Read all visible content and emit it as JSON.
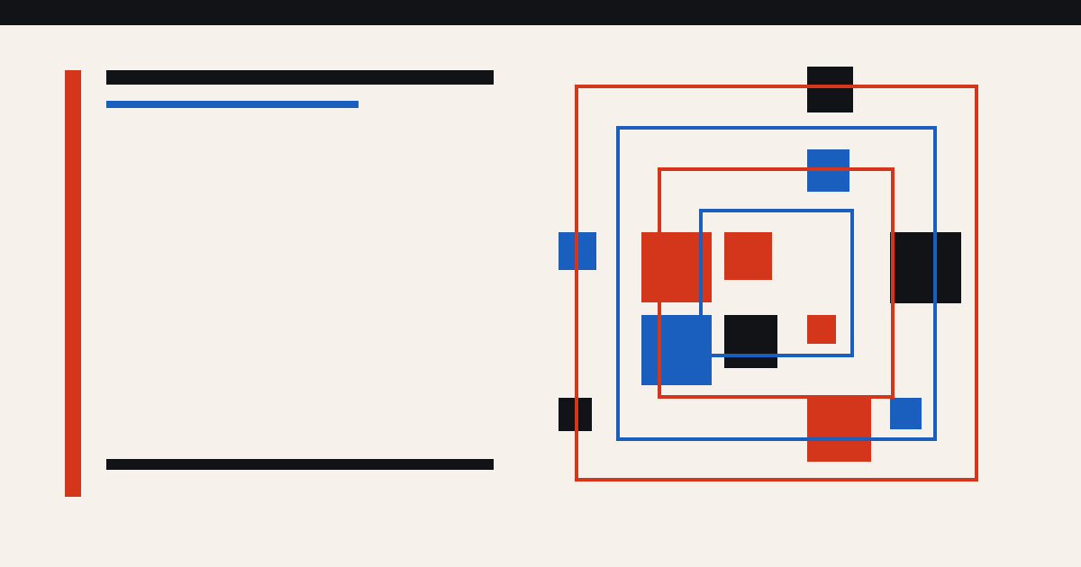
{
  "colors": {
    "background": "#f6f2eb",
    "ink": "#121316",
    "red": "#d3361b",
    "blue": "#1a5fbd"
  },
  "frames": [
    {
      "name": "frame-outer-red",
      "color": "red"
    },
    {
      "name": "frame-blue",
      "color": "blue"
    },
    {
      "name": "frame-inner-red",
      "color": "red"
    },
    {
      "name": "frame-inner-blue",
      "color": "blue"
    }
  ],
  "blocks": [
    {
      "name": "block-black-top",
      "color": "ink"
    },
    {
      "name": "block-blue-top",
      "color": "blue"
    },
    {
      "name": "block-blue-left",
      "color": "blue"
    },
    {
      "name": "block-red-large",
      "color": "red"
    },
    {
      "name": "block-red-medium",
      "color": "red"
    },
    {
      "name": "block-black-right",
      "color": "ink"
    },
    {
      "name": "block-blue-large",
      "color": "blue"
    },
    {
      "name": "block-black-center",
      "color": "ink"
    },
    {
      "name": "block-red-small",
      "color": "red"
    },
    {
      "name": "block-black-small-left",
      "color": "ink"
    },
    {
      "name": "block-red-bottom",
      "color": "red"
    },
    {
      "name": "block-blue-small-right",
      "color": "blue"
    }
  ]
}
